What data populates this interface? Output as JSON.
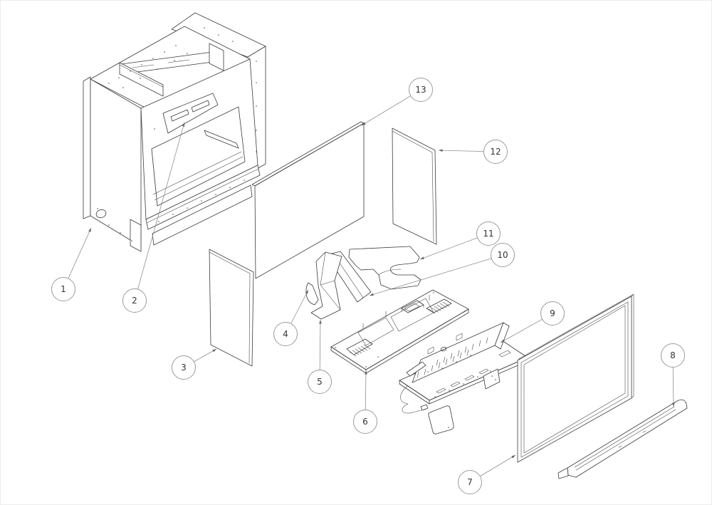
{
  "diagram": {
    "type": "exploded-parts-view",
    "callouts": [
      {
        "number": "1"
      },
      {
        "number": "2"
      },
      {
        "number": "3"
      },
      {
        "number": "4"
      },
      {
        "number": "5"
      },
      {
        "number": "6"
      },
      {
        "number": "7"
      },
      {
        "number": "8"
      },
      {
        "number": "9"
      },
      {
        "number": "10"
      },
      {
        "number": "11"
      },
      {
        "number": "12"
      },
      {
        "number": "13"
      }
    ]
  },
  "style": {
    "background": "#ffffff",
    "part_line_color": "#3a3a3a",
    "leader_line_color": "#8f8f8f",
    "callout_text_color": "#333333",
    "callout_circle_color": "#9c9c9c"
  }
}
